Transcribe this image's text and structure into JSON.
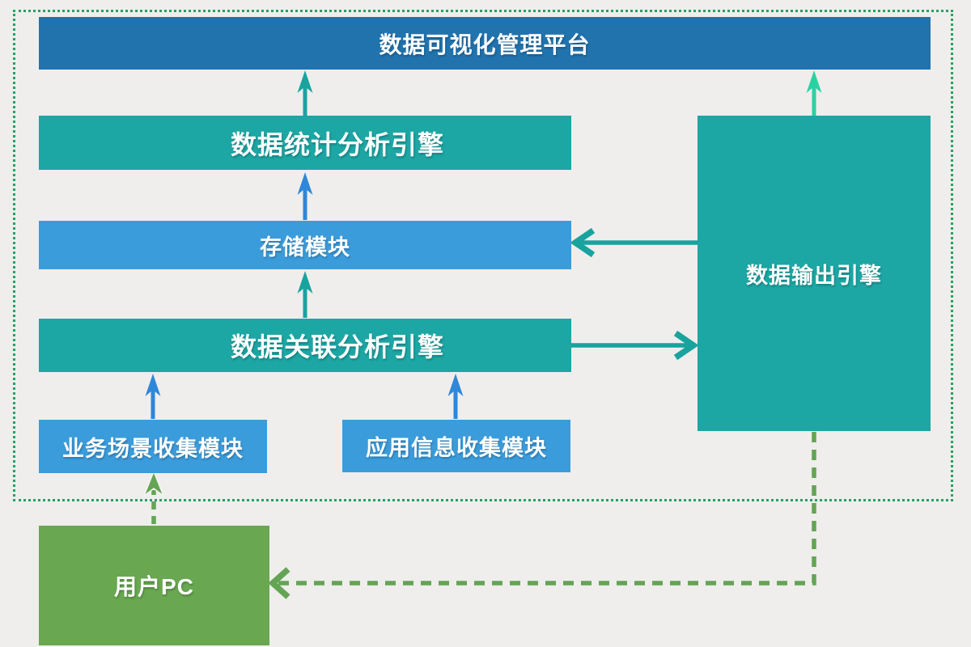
{
  "diagram": {
    "title": "数据可视化管理平台",
    "nodes": {
      "platform": {
        "label": "数据可视化管理平台"
      },
      "stats": {
        "label": "数据统计分析引擎"
      },
      "storage": {
        "label": "存储模块"
      },
      "correlation": {
        "label": "数据关联分析引擎"
      },
      "business": {
        "label": "业务场景收集模块"
      },
      "app": {
        "label": "应用信息收集模块"
      },
      "output": {
        "label": "数据输出引擎"
      },
      "userpc": {
        "label": "用户PC"
      }
    },
    "edges": [
      {
        "from": "数据统计分析引擎",
        "to": "数据可视化管理平台",
        "style": "solid-teal-arrow-up"
      },
      {
        "from": "存储模块",
        "to": "数据统计分析引擎",
        "style": "solid-blue-arrow-up"
      },
      {
        "from": "数据关联分析引擎",
        "to": "存储模块",
        "style": "solid-teal-arrow-up"
      },
      {
        "from": "业务场景收集模块",
        "to": "数据关联分析引擎",
        "style": "solid-blue-arrow-up"
      },
      {
        "from": "应用信息收集模块",
        "to": "数据关联分析引擎",
        "style": "solid-blue-arrow-up"
      },
      {
        "from": "数据输出引擎",
        "to": "存储模块",
        "style": "solid-teal-arrow-left"
      },
      {
        "from": "数据关联分析引擎",
        "to": "数据输出引擎",
        "style": "solid-teal-arrow-right"
      },
      {
        "from": "数据输出引擎",
        "to": "数据可视化管理平台",
        "style": "solid-mint-arrow-up"
      },
      {
        "from": "用户PC",
        "to": "业务场景收集模块",
        "style": "dashed-green-arrow-up"
      },
      {
        "from": "数据输出引擎",
        "to": "用户PC",
        "style": "dashed-green-arrow-left"
      }
    ],
    "colors": {
      "background": "#efeeec",
      "platform_blue": "#2173ae",
      "module_blue": "#3b9cdb",
      "engine_teal": "#1ca6a4",
      "user_green": "#69a751",
      "frame_dotted_green": "#27a065",
      "dashed_arrow_green": "#64a455",
      "solid_arrow_teal": "#19a39f",
      "solid_arrow_blue": "#2e87d9",
      "solid_arrow_mint": "#2ad2a2",
      "label_text": "#ffffff"
    }
  }
}
